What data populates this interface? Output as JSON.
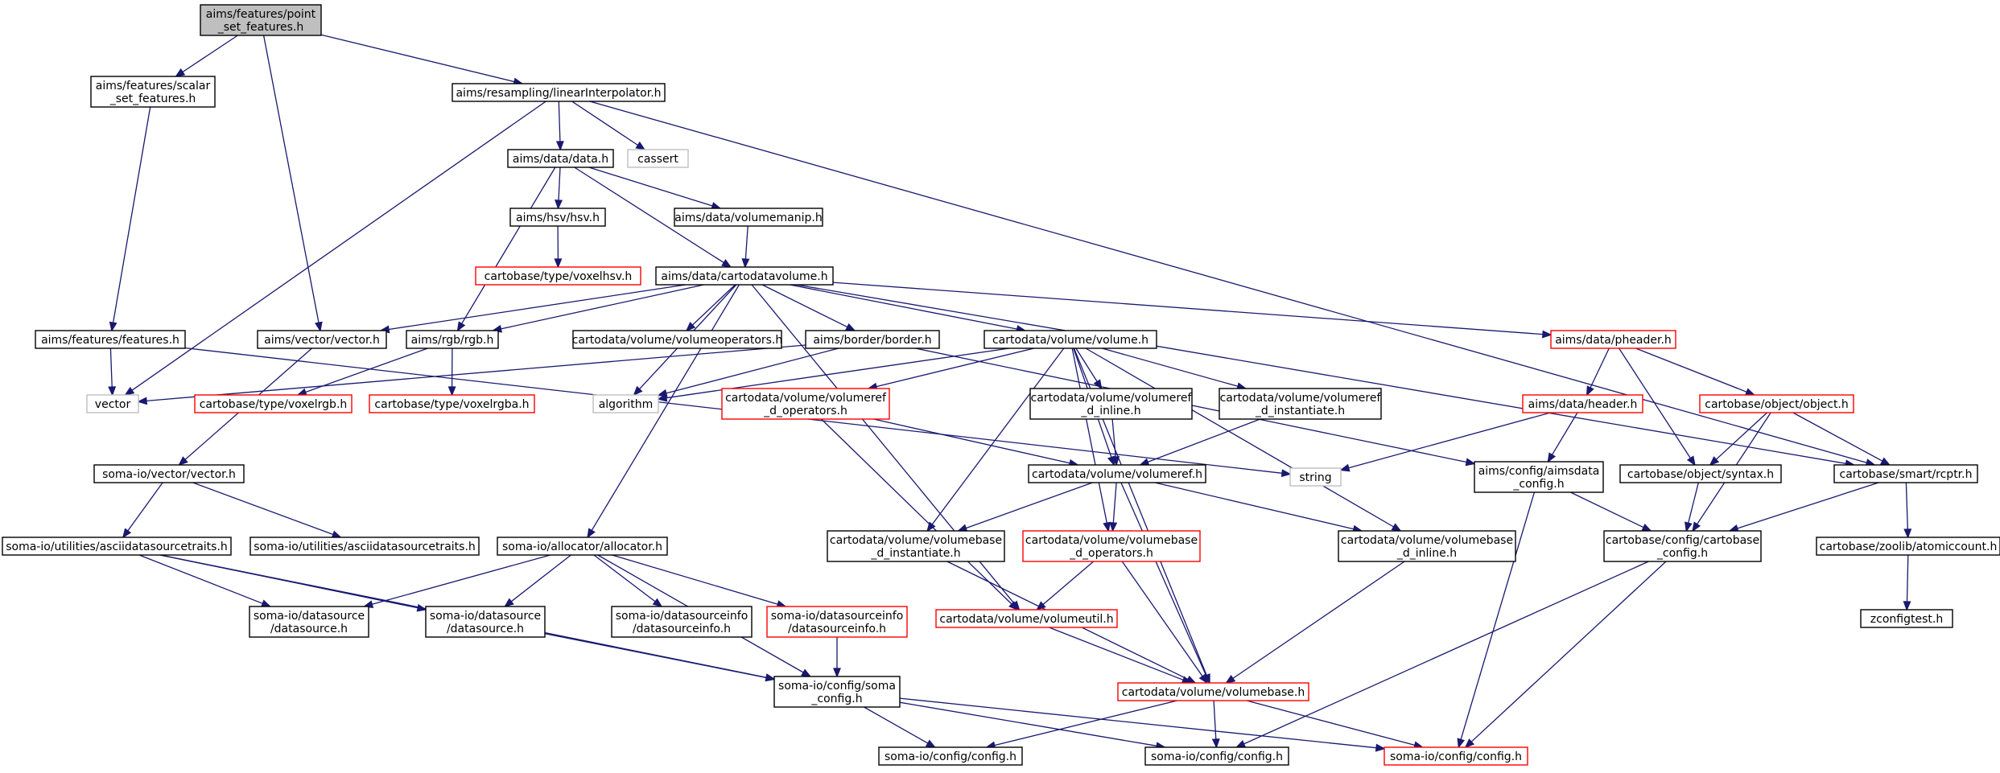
{
  "colors": {
    "edge": "#191970",
    "node_border": "#000000",
    "node_root_fill": "#bfbfbf",
    "node_fill": "#ffffff",
    "node_truncated_border": "#ff0000",
    "node_external_border": "#bfbfbf",
    "node_external_text": "#7f7f7f"
  },
  "nodes": [
    {
      "id": "point_set_features",
      "lines": [
        "aims/features/point",
        "_set_features.h"
      ],
      "kind": "root"
    },
    {
      "id": "scalar_set_features",
      "lines": [
        "aims/features/scalar",
        "_set_features.h"
      ],
      "kind": "normal"
    },
    {
      "id": "linearInterpolator",
      "lines": [
        "aims/resampling/linearInterpolator.h"
      ],
      "kind": "normal"
    },
    {
      "id": "data_h",
      "lines": [
        "aims/data/data.h"
      ],
      "kind": "normal"
    },
    {
      "id": "cassert",
      "lines": [
        "cassert"
      ],
      "kind": "external"
    },
    {
      "id": "hsv_h",
      "lines": [
        "aims/hsv/hsv.h"
      ],
      "kind": "normal"
    },
    {
      "id": "volumemanip",
      "lines": [
        "aims/data/volumemanip.h"
      ],
      "kind": "normal"
    },
    {
      "id": "voxelhsv",
      "lines": [
        "cartobase/type/voxelhsv.h"
      ],
      "kind": "truncated"
    },
    {
      "id": "cartodatavolume",
      "lines": [
        "aims/data/cartodatavolume.h"
      ],
      "kind": "normal"
    },
    {
      "id": "features_h",
      "lines": [
        "aims/features/features.h"
      ],
      "kind": "normal"
    },
    {
      "id": "aims_vector",
      "lines": [
        "aims/vector/vector.h"
      ],
      "kind": "normal"
    },
    {
      "id": "rgb_h",
      "lines": [
        "aims/rgb/rgb.h"
      ],
      "kind": "normal"
    },
    {
      "id": "volumeoperators",
      "lines": [
        "cartodata/volume/volumeoperators.h"
      ],
      "kind": "normal"
    },
    {
      "id": "border_h",
      "lines": [
        "aims/border/border.h"
      ],
      "kind": "normal"
    },
    {
      "id": "volume_h",
      "lines": [
        "cartodata/volume/volume.h"
      ],
      "kind": "normal"
    },
    {
      "id": "pheader",
      "lines": [
        "aims/data/pheader.h"
      ],
      "kind": "truncated"
    },
    {
      "id": "vector_std",
      "lines": [
        "vector"
      ],
      "kind": "external"
    },
    {
      "id": "voxelrgb",
      "lines": [
        "cartobase/type/voxelrgb.h"
      ],
      "kind": "truncated"
    },
    {
      "id": "voxelrgba",
      "lines": [
        "cartobase/type/voxelrgba.h"
      ],
      "kind": "truncated"
    },
    {
      "id": "algorithm",
      "lines": [
        "algorithm"
      ],
      "kind": "external"
    },
    {
      "id": "volumeref_d_operators",
      "lines": [
        "cartodata/volume/volumeref",
        "_d_operators.h"
      ],
      "kind": "truncated"
    },
    {
      "id": "volumeref_d_inline",
      "lines": [
        "cartodata/volume/volumeref",
        "_d_inline.h"
      ],
      "kind": "normal"
    },
    {
      "id": "volumeref_d_instantiate",
      "lines": [
        "cartodata/volume/volumeref",
        "_d_instantiate.h"
      ],
      "kind": "normal"
    },
    {
      "id": "header_h",
      "lines": [
        "aims/data/header.h"
      ],
      "kind": "truncated"
    },
    {
      "id": "object_h",
      "lines": [
        "cartobase/object/object.h"
      ],
      "kind": "truncated"
    },
    {
      "id": "somaio_vector",
      "lines": [
        "soma-io/vector/vector.h"
      ],
      "kind": "normal"
    },
    {
      "id": "string_std",
      "lines": [
        "string"
      ],
      "kind": "external"
    },
    {
      "id": "volumeref_h",
      "lines": [
        "cartodata/volume/volumeref.h"
      ],
      "kind": "normal"
    },
    {
      "id": "aimsdata_config",
      "lines": [
        "aims/config/aimsdata",
        "_config.h"
      ],
      "kind": "normal"
    },
    {
      "id": "syntax_h",
      "lines": [
        "cartobase/object/syntax.h"
      ],
      "kind": "normal"
    },
    {
      "id": "rcptr_h",
      "lines": [
        "cartobase/smart/rcptr.h"
      ],
      "kind": "normal"
    },
    {
      "id": "asciids_traits_utils",
      "lines": [
        "soma-io/utilities/asciidatasourcetraits.h"
      ],
      "kind": "normal"
    },
    {
      "id": "asciids_traits",
      "lines": [
        "soma-io/utilities/asciidatasourcetraits.h"
      ],
      "kind": "normal"
    },
    {
      "id": "allocator_h",
      "lines": [
        "soma-io/allocator/allocator.h"
      ],
      "kind": "normal"
    },
    {
      "id": "volumebase_d_instantiate",
      "lines": [
        "cartodata/volume/volumebase",
        "_d_instantiate.h"
      ],
      "kind": "normal"
    },
    {
      "id": "volumebase_d_operators",
      "lines": [
        "cartodata/volume/volumebase",
        "_d_operators.h"
      ],
      "kind": "truncated"
    },
    {
      "id": "volumebase_d_inline",
      "lines": [
        "cartodata/volume/volumebase",
        "_d_inline.h"
      ],
      "kind": "normal"
    },
    {
      "id": "cartobase_config",
      "lines": [
        "cartobase/config/cartobase",
        "_config.h"
      ],
      "kind": "normal"
    },
    {
      "id": "atomiccount",
      "lines": [
        "cartobase/zoolib/atomiccount.h"
      ],
      "kind": "normal"
    },
    {
      "id": "datasource_a",
      "lines": [
        "soma-io/datasource",
        "/datasource.h"
      ],
      "kind": "normal"
    },
    {
      "id": "datasource_b",
      "lines": [
        "soma-io/datasource",
        "/datasource.h"
      ],
      "kind": "normal"
    },
    {
      "id": "dsinfo_a",
      "lines": [
        "soma-io/datasourceinfo",
        "/datasourceinfo.h"
      ],
      "kind": "normal"
    },
    {
      "id": "dsinfo_b",
      "lines": [
        "soma-io/datasourceinfo",
        "/datasourceinfo.h"
      ],
      "kind": "truncated"
    },
    {
      "id": "volumeutil",
      "lines": [
        "cartodata/volume/volumeutil.h"
      ],
      "kind": "truncated"
    },
    {
      "id": "zconfigtest",
      "lines": [
        "zconfigtest.h"
      ],
      "kind": "normal"
    },
    {
      "id": "soma_config",
      "lines": [
        "soma-io/config/soma",
        "_config.h"
      ],
      "kind": "normal"
    },
    {
      "id": "volumebase_h",
      "lines": [
        "cartodata/volume/volumebase.h"
      ],
      "kind": "truncated"
    },
    {
      "id": "config_a",
      "lines": [
        "soma-io/config/config.h"
      ],
      "kind": "normal"
    },
    {
      "id": "config_b",
      "lines": [
        "soma-io/config/config.h"
      ],
      "kind": "normal"
    },
    {
      "id": "config_c",
      "lines": [
        "soma-io/config/config.h"
      ],
      "kind": "truncated"
    }
  ],
  "edges": [
    [
      "point_set_features",
      "scalar_set_features"
    ],
    [
      "point_set_features",
      "linearInterpolator"
    ],
    [
      "point_set_features",
      "aims_vector"
    ],
    [
      "scalar_set_features",
      "features_h"
    ],
    [
      "linearInterpolator",
      "data_h"
    ],
    [
      "linearInterpolator",
      "cassert"
    ],
    [
      "linearInterpolator",
      "vector_std"
    ],
    [
      "linearInterpolator",
      "rcptr_h"
    ],
    [
      "data_h",
      "hsv_h"
    ],
    [
      "data_h",
      "volumemanip"
    ],
    [
      "data_h",
      "cartodatavolume"
    ],
    [
      "data_h",
      "rgb_h"
    ],
    [
      "hsv_h",
      "voxelhsv"
    ],
    [
      "volumemanip",
      "cartodatavolume"
    ],
    [
      "cartodatavolume",
      "aims_vector"
    ],
    [
      "cartodatavolume",
      "rgb_h"
    ],
    [
      "cartodatavolume",
      "volumeoperators"
    ],
    [
      "cartodatavolume",
      "border_h"
    ],
    [
      "cartodatavolume",
      "volume_h"
    ],
    [
      "cartodatavolume",
      "pheader"
    ],
    [
      "cartodatavolume",
      "rcptr_h"
    ],
    [
      "cartodatavolume",
      "allocator_h"
    ],
    [
      "cartodatavolume",
      "algorithm"
    ],
    [
      "cartodatavolume",
      "volumeutil"
    ],
    [
      "features_h",
      "vector_std"
    ],
    [
      "features_h",
      "string_std"
    ],
    [
      "aims_vector",
      "somaio_vector"
    ],
    [
      "rgb_h",
      "voxelrgb"
    ],
    [
      "rgb_h",
      "voxelrgba"
    ],
    [
      "border_h",
      "vector_std"
    ],
    [
      "border_h",
      "aimsdata_config"
    ],
    [
      "border_h",
      "algorithm"
    ],
    [
      "volume_h",
      "volumeref_d_operators"
    ],
    [
      "volume_h",
      "volumeref_d_inline"
    ],
    [
      "volume_h",
      "volumeref_d_instantiate"
    ],
    [
      "volume_h",
      "volumeref_h"
    ],
    [
      "volume_h",
      "volumebase_d_instantiate"
    ],
    [
      "volume_h",
      "volumebase_d_operators"
    ],
    [
      "volume_h",
      "volumebase_d_inline"
    ],
    [
      "volume_h",
      "volumebase_h"
    ],
    [
      "volume_h",
      "algorithm"
    ],
    [
      "pheader",
      "header_h"
    ],
    [
      "pheader",
      "object_h"
    ],
    [
      "pheader",
      "syntax_h"
    ],
    [
      "volumeref_d_operators",
      "volumeref_h"
    ],
    [
      "volumeref_d_operators",
      "volumeutil"
    ],
    [
      "volumeref_d_inline",
      "volumeref_h"
    ],
    [
      "volumeref_d_instantiate",
      "volumeref_h"
    ],
    [
      "header_h",
      "string_std"
    ],
    [
      "header_h",
      "aimsdata_config"
    ],
    [
      "object_h",
      "syntax_h"
    ],
    [
      "object_h",
      "rcptr_h"
    ],
    [
      "object_h",
      "cartobase_config"
    ],
    [
      "somaio_vector",
      "asciids_traits_utils"
    ],
    [
      "somaio_vector",
      "asciids_traits"
    ],
    [
      "volumeref_h",
      "volumebase_d_instantiate"
    ],
    [
      "volumeref_h",
      "volumebase_d_operators"
    ],
    [
      "volumeref_h",
      "volumebase_d_inline"
    ],
    [
      "volumeref_h",
      "volumebase_h"
    ],
    [
      "aimsdata_config",
      "cartobase_config"
    ],
    [
      "aimsdata_config",
      "config_c"
    ],
    [
      "syntax_h",
      "cartobase_config"
    ],
    [
      "rcptr_h",
      "cartobase_config"
    ],
    [
      "rcptr_h",
      "atomiccount"
    ],
    [
      "asciids_traits_utils",
      "datasource_a"
    ],
    [
      "asciids_traits_utils",
      "datasource_b"
    ],
    [
      "asciids_traits_utils",
      "soma_config"
    ],
    [
      "allocator_h",
      "datasource_a"
    ],
    [
      "allocator_h",
      "datasource_b"
    ],
    [
      "allocator_h",
      "dsinfo_a"
    ],
    [
      "allocator_h",
      "dsinfo_b"
    ],
    [
      "allocator_h",
      "soma_config"
    ],
    [
      "volumebase_d_instantiate",
      "volumebase_h"
    ],
    [
      "volumebase_d_operators",
      "volumeutil"
    ],
    [
      "volumebase_d_operators",
      "volumebase_h"
    ],
    [
      "volumebase_d_inline",
      "volumebase_h"
    ],
    [
      "cartobase_config",
      "config_b"
    ],
    [
      "cartobase_config",
      "config_c"
    ],
    [
      "atomiccount",
      "zconfigtest"
    ],
    [
      "datasource_b",
      "soma_config"
    ],
    [
      "dsinfo_b",
      "soma_config"
    ],
    [
      "volumeutil",
      "volumebase_h"
    ],
    [
      "soma_config",
      "config_a"
    ],
    [
      "soma_config",
      "config_b"
    ],
    [
      "soma_config",
      "config_c"
    ],
    [
      "volumebase_h",
      "config_a"
    ],
    [
      "volumebase_h",
      "config_b"
    ],
    [
      "volumebase_h",
      "config_c"
    ]
  ]
}
